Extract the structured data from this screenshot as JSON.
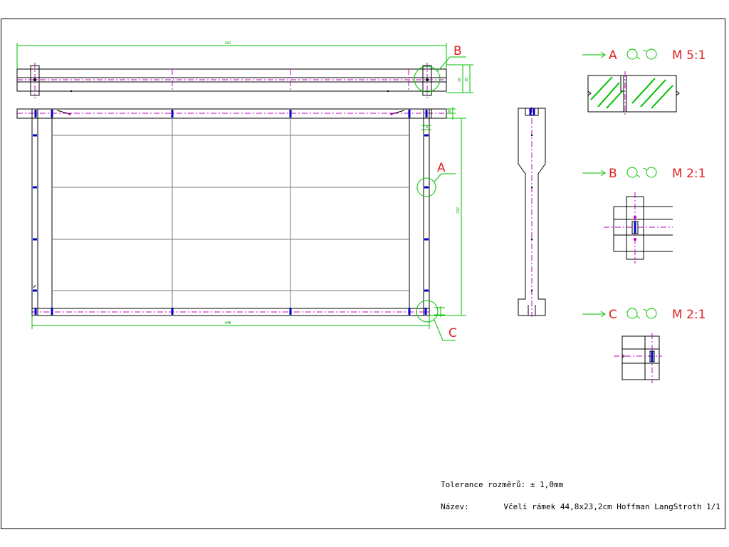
{
  "drawing": {
    "dim_top_length": "442",
    "dim_bottom_length": "448",
    "dim_height": "232",
    "dim_top_bar_a": "20",
    "dim_top_bar_b": "35",
    "dim_top_right_small": "10",
    "dim_corner_small": "8",
    "callout_a": "A",
    "callout_b": "B",
    "callout_c": "C"
  },
  "details": [
    {
      "letter": "A",
      "scale": "M 5:1"
    },
    {
      "letter": "B",
      "scale": "M 2:1"
    },
    {
      "letter": "C",
      "scale": "M 2:1"
    }
  ],
  "title_block": {
    "tolerance_label": "Tolerance rozměrů: ± 1,0mm",
    "name_label": "Název:",
    "name_value": "Včelí rámek 44,8x23,2cm Hoffman LangStroth 1/1"
  },
  "colors": {
    "outline": "#000000",
    "dimension": "#00c000",
    "centerline": "#c000c0",
    "callout": "#e02020",
    "nails": "#0000d0"
  }
}
